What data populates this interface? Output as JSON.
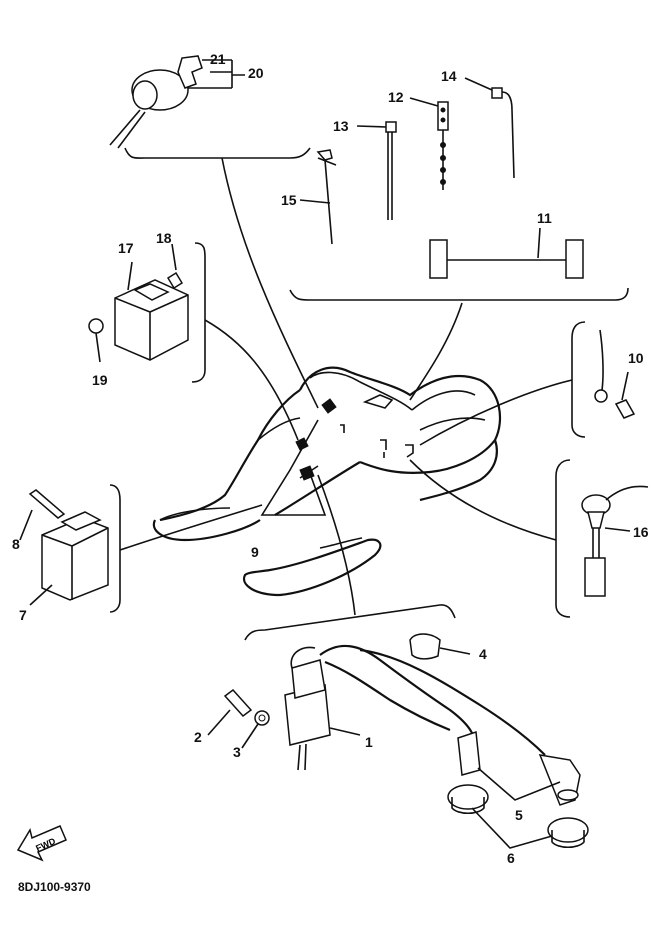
{
  "diagram": {
    "part_code": "8DJ100-9370",
    "fwd_label": "FWD",
    "callouts": [
      {
        "id": "1",
        "text": "1"
      },
      {
        "id": "2",
        "text": "2"
      },
      {
        "id": "3",
        "text": "3"
      },
      {
        "id": "4",
        "text": "4"
      },
      {
        "id": "5",
        "text": "5"
      },
      {
        "id": "6",
        "text": "6"
      },
      {
        "id": "7",
        "text": "7"
      },
      {
        "id": "8",
        "text": "8"
      },
      {
        "id": "9",
        "text": "9"
      },
      {
        "id": "10",
        "text": "10"
      },
      {
        "id": "11",
        "text": "11"
      },
      {
        "id": "12",
        "text": "12"
      },
      {
        "id": "13",
        "text": "13"
      },
      {
        "id": "14",
        "text": "14"
      },
      {
        "id": "15",
        "text": "15"
      },
      {
        "id": "16",
        "text": "16"
      },
      {
        "id": "17",
        "text": "17"
      },
      {
        "id": "18",
        "text": "18"
      },
      {
        "id": "19",
        "text": "19"
      },
      {
        "id": "20",
        "text": "20"
      },
      {
        "id": "21",
        "text": "21"
      }
    ]
  }
}
